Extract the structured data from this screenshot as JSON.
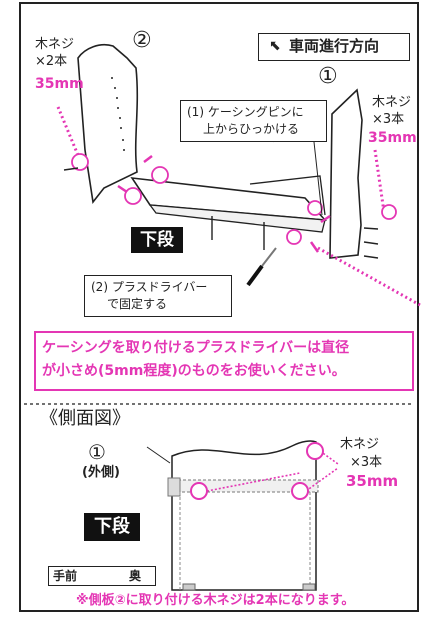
{
  "direction": {
    "icon": "arrow-icon",
    "label": "車両進行方向"
  },
  "panel2": {
    "number": "②",
    "screw_label": "木ネジ",
    "screw_count": "×2本",
    "screw_length": "35mm"
  },
  "panel1": {
    "number": "①",
    "screw_label": "木ネジ",
    "screw_count": "×3本",
    "screw_length": "35mm"
  },
  "callouts": {
    "pin_step_line1": "(1) ケーシングピンに",
    "pin_step_line2": "上からひっかける",
    "driver_step_line1": "(2) プラスドライバー",
    "driver_step_line2": "で固定する"
  },
  "lower_tier_label": "下段",
  "notice": {
    "line1": "ケーシングを取り付けるプラスドライバーは直径",
    "line2": "が小さめ(5mm程度)のものをお使いください。"
  },
  "side_view": {
    "title": "《側面図》",
    "panel_number": "①",
    "panel_position": "(外側)",
    "screw_label": "木ネジ",
    "screw_count": "×3本",
    "screw_length": "35mm",
    "lower_tier_label": "下段"
  },
  "orientation": {
    "front": "手前",
    "back": "奥"
  },
  "footnote": "※側板②に取り付ける木ネジは2本になります。",
  "colors": {
    "accent": "#e436b4",
    "line": "#222222",
    "label_bg": "#111111"
  }
}
